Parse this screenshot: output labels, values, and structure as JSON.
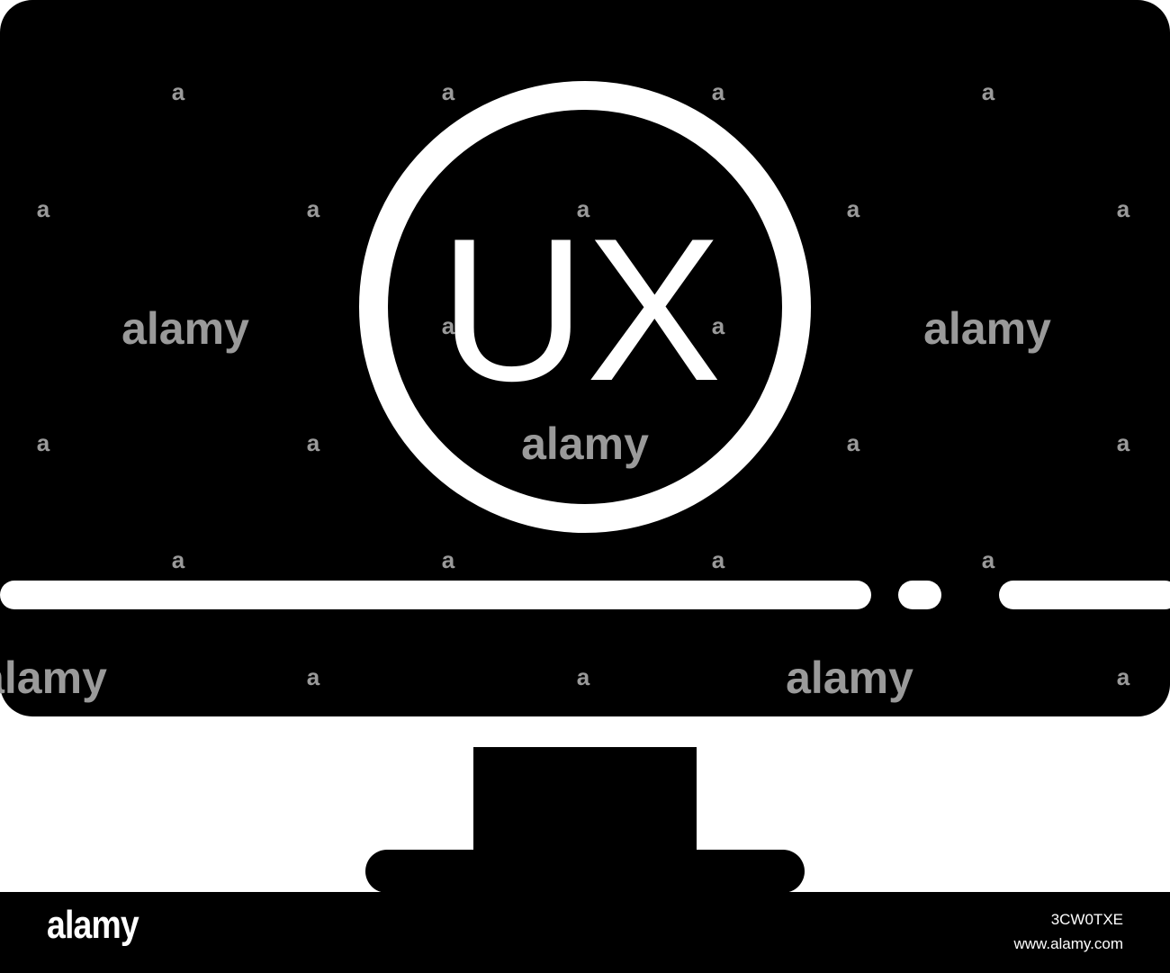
{
  "artwork": {
    "screen_text": "UX",
    "colors": {
      "foreground": "#000000",
      "background": "#ffffff",
      "screen_line": "#ffffff"
    }
  },
  "watermark": {
    "text": "alamy",
    "mark_glyph": "a"
  },
  "footer": {
    "logo_text": "alamy",
    "image_id": "3CW0TXE",
    "site": "www.alamy.com"
  },
  "icons": [
    "monitor-icon",
    "ux-badge-icon"
  ]
}
